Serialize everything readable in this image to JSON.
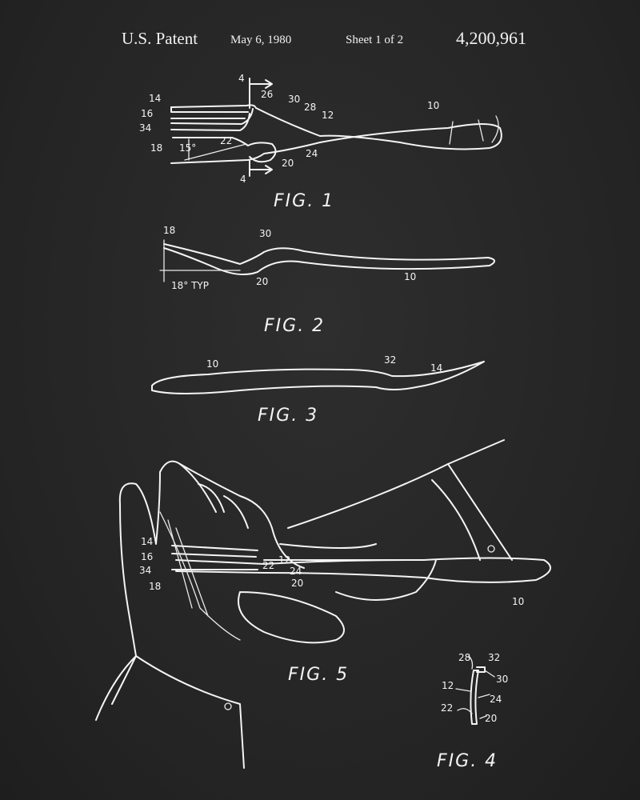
{
  "header": {
    "title": "U.S. Patent",
    "date": "May 6, 1980",
    "sheet": "Sheet 1 of 2",
    "patent_number": "4,200,961"
  },
  "fig1": {
    "caption": "FIG.  1",
    "section_top": "4",
    "section_bottom": "4",
    "refs": {
      "r14": "14",
      "r16": "16",
      "r34": "34",
      "r18": "18",
      "angle": "15°",
      "r26": "26",
      "r30": "30",
      "r28": "28",
      "r12": "12",
      "r22": "22",
      "r24": "24",
      "r20": "20",
      "r10": "10"
    }
  },
  "fig2": {
    "caption": "FIG.  2",
    "refs": {
      "r18": "18",
      "r30": "30",
      "r20": "20",
      "r10": "10",
      "angle": "18° TYP"
    }
  },
  "fig3": {
    "caption": "FIG.  3",
    "refs": {
      "r10": "10",
      "r32": "32",
      "r14": "14"
    }
  },
  "fig4": {
    "caption": "FIG.   4",
    "refs": {
      "r28": "28",
      "r32": "32",
      "r30": "30",
      "r12": "12",
      "r24": "24",
      "r22": "22",
      "r20": "20"
    }
  },
  "fig5": {
    "caption": "FIG. 5",
    "refs": {
      "r14": "14",
      "r16": "16",
      "r34": "34",
      "r18": "18",
      "r22": "22",
      "r12": "12",
      "r24": "24",
      "r20": "20",
      "r10": "10"
    }
  }
}
